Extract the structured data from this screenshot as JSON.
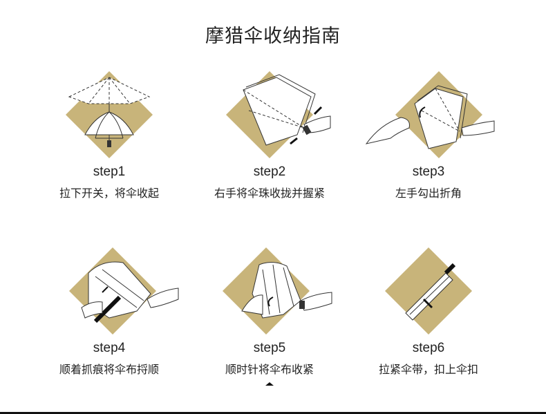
{
  "title": "摩猎伞收纳指南",
  "accent_color": "#c8b47a",
  "steps": [
    {
      "label": "step1",
      "desc": "拉下开关，将伞收起"
    },
    {
      "label": "step2",
      "desc": "右手将伞珠收拢并握紧"
    },
    {
      "label": "step3",
      "desc": "左手勾出折角"
    },
    {
      "label": "step4",
      "desc": "顺着抓痕将伞布捋顺"
    },
    {
      "label": "step5",
      "desc": "顺时针将伞布收紧"
    },
    {
      "label": "step6",
      "desc": "拉紧伞带，扣上伞扣"
    }
  ]
}
